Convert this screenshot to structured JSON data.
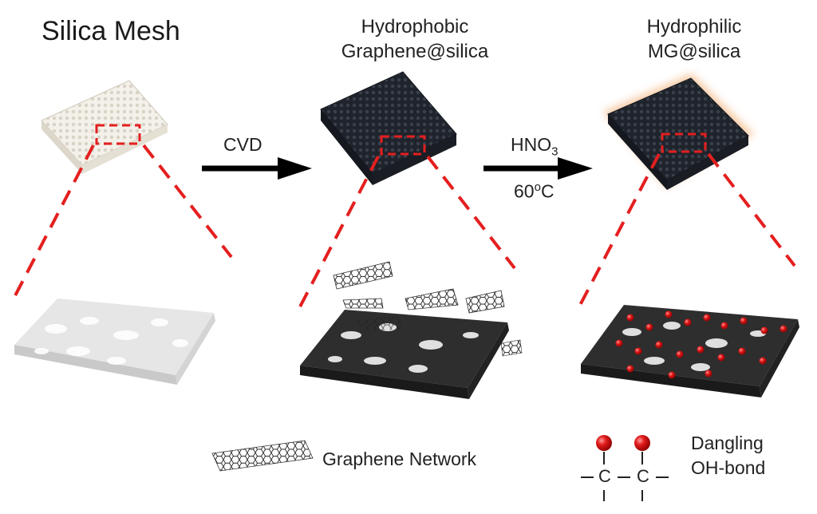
{
  "panels": {
    "silica": {
      "title": "Silica Mesh",
      "fill": "#f4f1ea",
      "hole": "#d8d3c6",
      "porous": "#e6e6e6",
      "porous_shade": "#c9c9c9"
    },
    "graphene": {
      "title_line1": "Hydrophobic",
      "title_line2": "Graphene@silica",
      "fill": "#1f232b",
      "hole": "#343944",
      "porous": "#2e2e2e",
      "porous_shade": "#1a1a1a"
    },
    "mg": {
      "title_line1": "Hydrophilic",
      "title_line2": "MG@silica",
      "fill": "#1f232b",
      "glow": "#f6c9a2",
      "porous": "#2e2e2e",
      "porous_shade": "#1a1a1a"
    }
  },
  "arrows": {
    "cvd": {
      "label": "CVD"
    },
    "hno3": {
      "label_main": "HNO",
      "label_sub": "3",
      "temp_main": "60",
      "temp_sup": "o",
      "temp_unit": "C"
    }
  },
  "legend": {
    "graphene": {
      "label": "Graphene Network"
    },
    "dangling": {
      "line1": "Dangling",
      "line2": "OH-bond",
      "atom": "C"
    }
  },
  "colors": {
    "dash": "#e41f1f",
    "oh_sphere": "#e11b1b",
    "arrow": "#000000"
  }
}
